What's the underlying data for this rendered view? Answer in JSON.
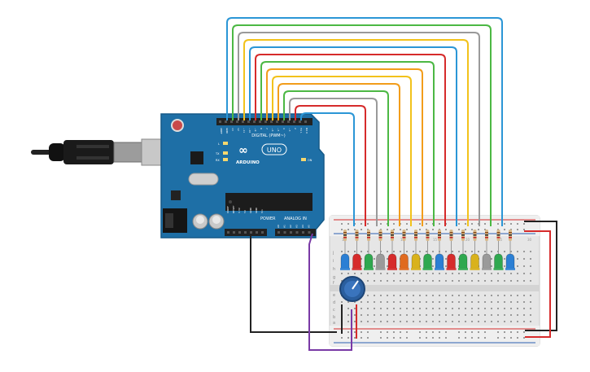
{
  "arduino": {
    "brand": "ARDUINO",
    "model": "UNO",
    "digital_label": "DIGITAL (PWM~)",
    "power_label": "POWER",
    "analog_label": "ANALOG IN",
    "led_l": "L",
    "led_tx": "TX",
    "led_rx": "RX",
    "on_label": "ON",
    "digital_pins": [
      "AREF",
      "GND",
      "13",
      "12",
      "~11",
      "~10",
      "~9",
      "8",
      "7",
      "~6",
      "~5",
      "4",
      "~3",
      "2",
      "TX 1",
      "RX 0"
    ],
    "power_pins": [
      "IOREF",
      "RESET",
      "3.3V",
      "5V",
      "GND",
      "GND",
      "Vin"
    ],
    "analog_pins": [
      "A0",
      "A1",
      "A2",
      "A3",
      "A4",
      "A5"
    ]
  },
  "breadboard": {
    "row_letters_top": [
      "j",
      "i",
      "h",
      "g",
      "f"
    ],
    "row_letters_bottom": [
      "e",
      "d",
      "c",
      "b",
      "a"
    ],
    "column_numbers": [
      "1",
      "5",
      "10",
      "15",
      "20",
      "25",
      "30"
    ]
  },
  "led_colors": [
    "#2b7fd4",
    "#d62b2b",
    "#2fa84f",
    "#9a9a9a",
    "#d62b2b",
    "#e06a1f",
    "#d9b21c",
    "#2fa84f",
    "#2b7fd4",
    "#d62b2b",
    "#2fa84f",
    "#d9b21c",
    "#9a9a9a",
    "#2fa84f",
    "#2b7fd4"
  ],
  "wire_colors": [
    "#2b96d6",
    "#4cb844",
    "#9a9a9a",
    "#f2c21b",
    "#2b96d6",
    "#d62b2b",
    "#4cb844",
    "#f29d1b",
    "#f2c21b",
    "#f29d1b",
    "#4cb844",
    "#9a9a9a",
    "#d62b2b",
    "#2b96d6"
  ],
  "colors": {
    "board": "#1e6fa6",
    "breadboard": "#e8e8e8",
    "power_red": "#d62b2b",
    "ground_black": "#222222",
    "signal_purple": "#7a3aa6",
    "pot": "#2a5e9e"
  }
}
